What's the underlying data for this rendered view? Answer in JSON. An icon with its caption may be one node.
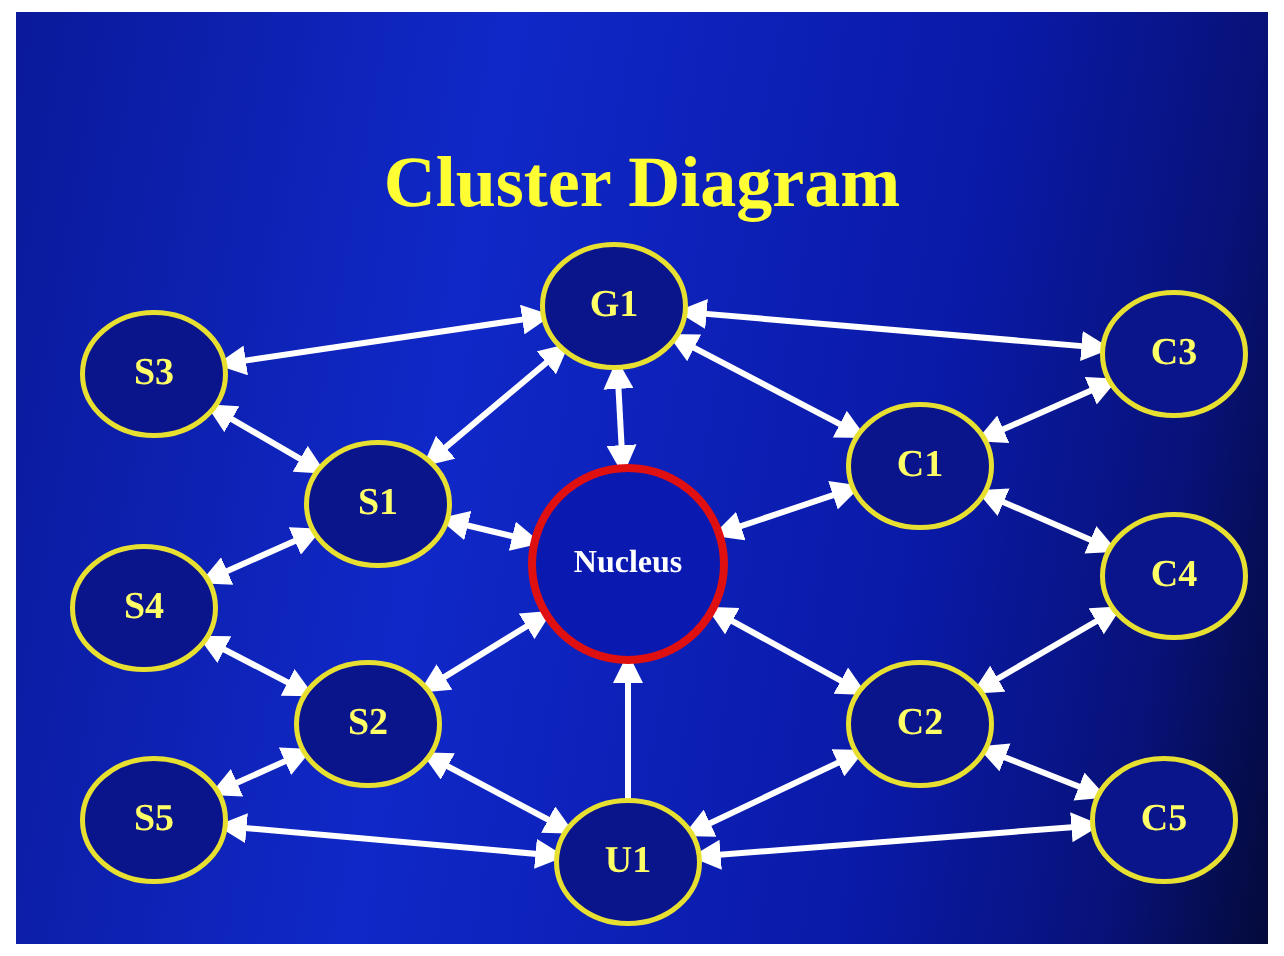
{
  "diagram": {
    "title": "Cluster Diagram",
    "nodes": [
      {
        "text": [
          "G1"
        ]
      },
      {
        "text": [
          "S3"
        ]
      },
      {
        "text": [
          "C3"
        ]
      },
      {
        "text": [
          "S1"
        ]
      },
      {
        "text": [
          "C1"
        ]
      },
      {
        "text": [
          "Nucleus"
        ]
      },
      {
        "text": [
          "S4"
        ]
      },
      {
        "text": [
          "C4"
        ]
      },
      {
        "text": [
          "S2"
        ]
      },
      {
        "text": [
          "C2"
        ]
      },
      {
        "text": [
          "S5"
        ]
      },
      {
        "text": [
          "U1"
        ]
      },
      {
        "text": [
          "C5"
        ]
      }
    ],
    "edges": [
      {
        "from": 1,
        "to": 0,
        "arrow": "both"
      },
      {
        "from": 0,
        "to": 2,
        "arrow": "both"
      },
      {
        "from": 3,
        "to": 0,
        "arrow": "both"
      },
      {
        "from": 0,
        "to": 4,
        "arrow": "both"
      },
      {
        "from": 0,
        "to": 5,
        "arrow": "both"
      },
      {
        "from": 1,
        "to": 3,
        "arrow": "both"
      },
      {
        "from": 4,
        "to": 2,
        "arrow": "both"
      },
      {
        "from": 3,
        "to": 5,
        "arrow": "both"
      },
      {
        "from": 5,
        "to": 4,
        "arrow": "both"
      },
      {
        "from": 6,
        "to": 3,
        "arrow": "both"
      },
      {
        "from": 4,
        "to": 7,
        "arrow": "both"
      },
      {
        "from": 6,
        "to": 8,
        "arrow": "both"
      },
      {
        "from": 9,
        "to": 7,
        "arrow": "both"
      },
      {
        "from": 8,
        "to": 5,
        "arrow": "both"
      },
      {
        "from": 5,
        "to": 9,
        "arrow": "both"
      },
      {
        "from": 10,
        "to": 8,
        "arrow": "both"
      },
      {
        "from": 9,
        "to": 12,
        "arrow": "both"
      },
      {
        "from": 8,
        "to": 11,
        "arrow": "both"
      },
      {
        "from": 11,
        "to": 9,
        "arrow": "both"
      },
      {
        "from": 11,
        "to": 5,
        "arrow": "to"
      },
      {
        "from": 10,
        "to": 11,
        "arrow": "both"
      },
      {
        "from": 11,
        "to": 12,
        "arrow": "both"
      }
    ]
  }
}
